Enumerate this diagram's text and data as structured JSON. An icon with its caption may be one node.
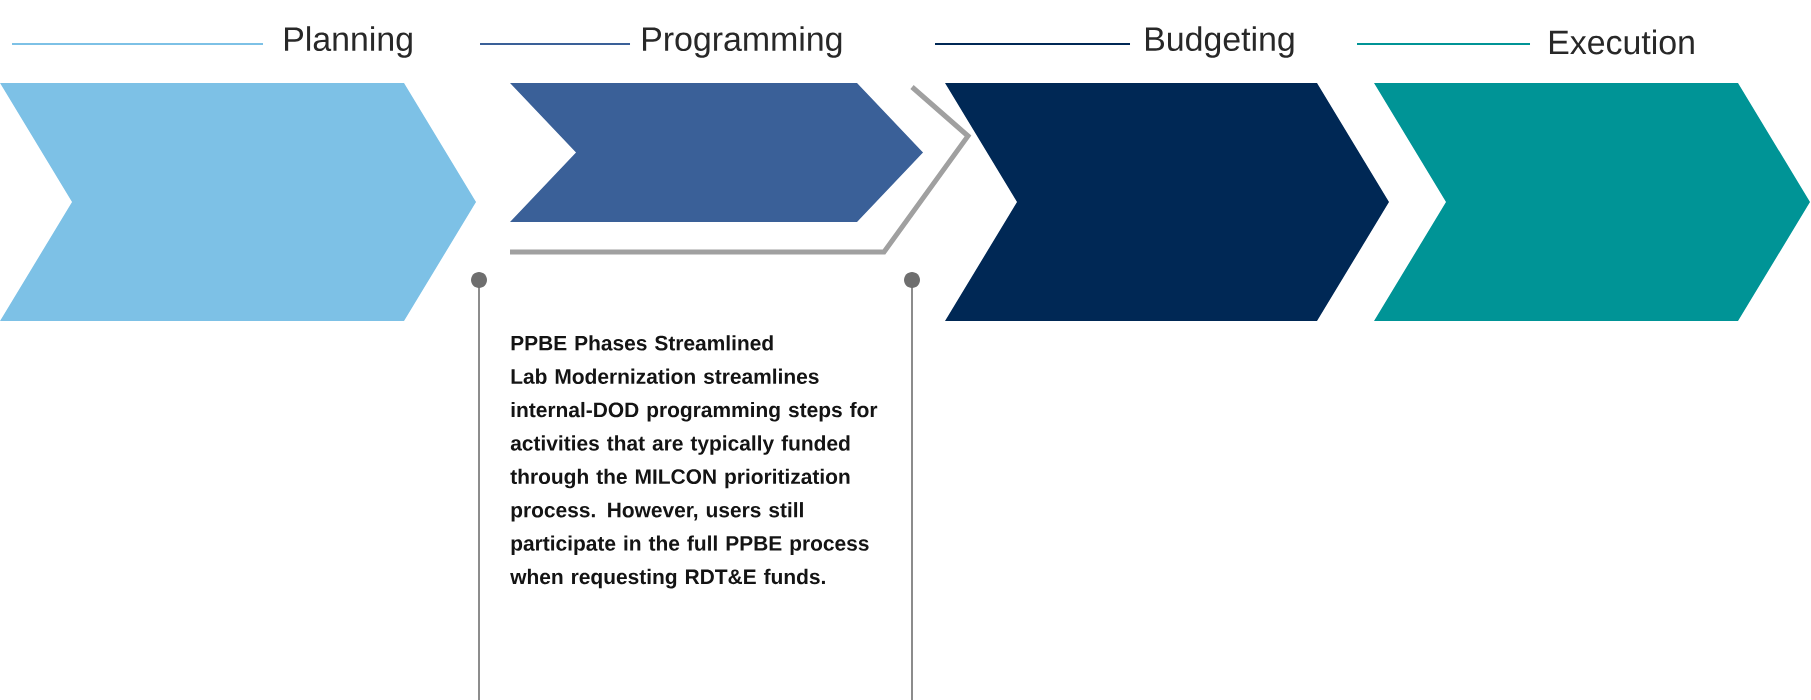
{
  "diagram": {
    "nodes": [
      {
        "text": [
          "Planning"
        ]
      },
      {
        "text": [
          "Programming"
        ]
      },
      {
        "text": [
          "Budgeting"
        ]
      },
      {
        "text": [
          "Execution"
        ]
      },
      {
        "text": [
          "PPBE Phases Streamlined",
          "Lab Modernization streamlines internal-DOD programming steps for activities that are typically funded through the MILCON prioritization process. However, users still participate in the full PPBE process when requesting RDT&E funds."
        ]
      }
    ]
  }
}
